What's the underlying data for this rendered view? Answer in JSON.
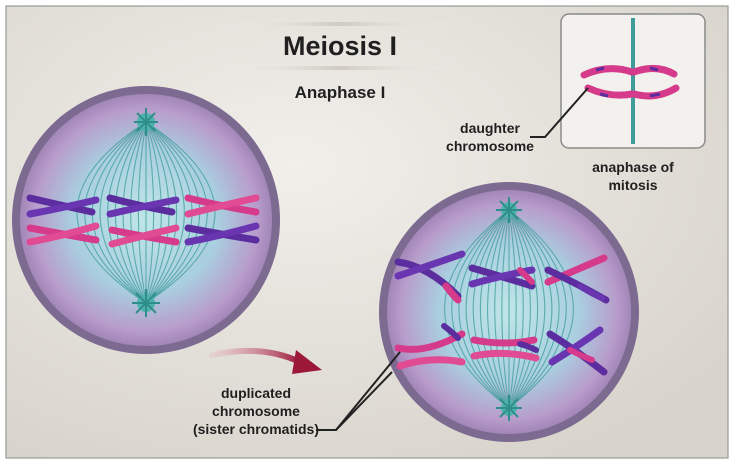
{
  "title": "Meiosis I",
  "subtitle": "Anaphase I",
  "labels": {
    "daughter_line1": "daughter",
    "daughter_line2": "chromosome",
    "inset_line1": "anaphase of",
    "inset_line2": "mitosis",
    "dup_line1": "duplicated",
    "dup_line2": "chromosome",
    "dup_line3": "(sister chromatids)"
  },
  "colors": {
    "background": "#e9e6e0",
    "cell_rim": "#7a6a8c",
    "cell_fill": "#b59bc7",
    "spindle": "#3f9c9a",
    "chromosome_pink": "#d63a8a",
    "chromosome_purple": "#5b2d9e",
    "arrow": "#9c1838"
  },
  "icons": {
    "transition_arrow": "curved-arrow-right"
  }
}
